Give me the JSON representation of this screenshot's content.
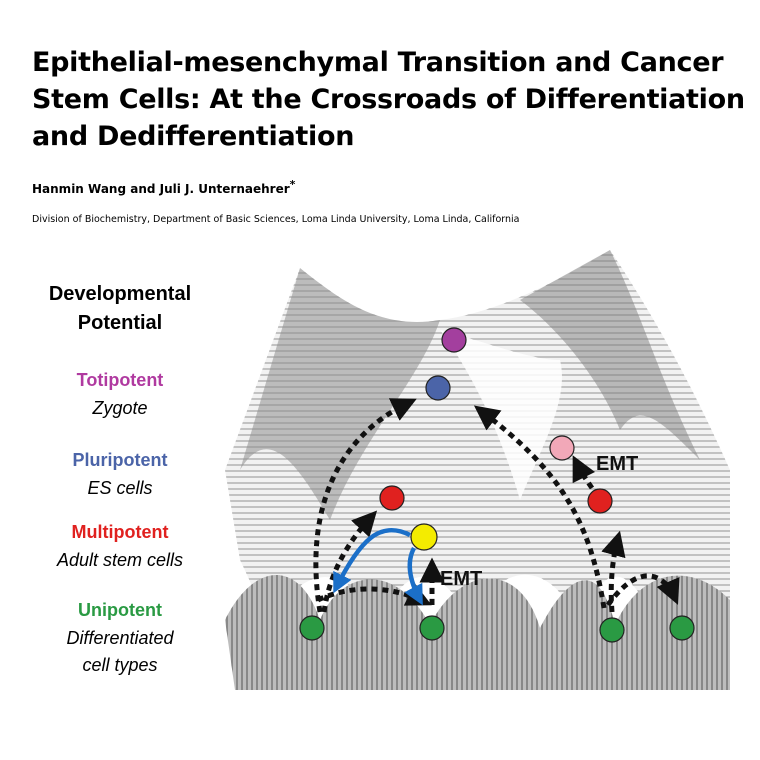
{
  "paper": {
    "title_lines": [
      "Epithelial-mesenchymal Transition and Cancer",
      "Stem Cells: At the Crossroads of Differentiation",
      "and Dedifferentiation"
    ],
    "authors": "Hanmin Wang and Juli J. Unternaehrer",
    "author_mark": "*",
    "affiliation": "Division of Biochemistry, Department of Basic Sciences, Loma Linda University, Loma Linda, California"
  },
  "figure": {
    "legend_header": [
      "Developmental",
      "Potential"
    ],
    "levels": [
      {
        "name": "Totipotent",
        "color": "#b03aa0",
        "desc_lines": [
          "Zygote"
        ]
      },
      {
        "name": "Pluripotent",
        "color": "#4b64a8",
        "desc_lines": [
          "ES cells"
        ]
      },
      {
        "name": "Multipotent",
        "color": "#e0211f",
        "desc_lines": [
          "Adult stem cells"
        ]
      },
      {
        "name": "Unipotent",
        "color": "#2a9a43",
        "desc_lines": [
          "Differentiated",
          "cell types"
        ]
      }
    ],
    "emt_labels": [
      "EMT",
      "EMT"
    ],
    "cell_colors": {
      "zygote": "#a33f9e",
      "es": "#4b64a8",
      "multipotent": "#e0211f",
      "unipotent": "#2a9a43",
      "cancer_stem": "#f4ec00",
      "emt_intermediate": "#f2a8b8"
    },
    "arrow_colors": {
      "dashed": "#111111",
      "solid": "#1b6fc8"
    }
  }
}
